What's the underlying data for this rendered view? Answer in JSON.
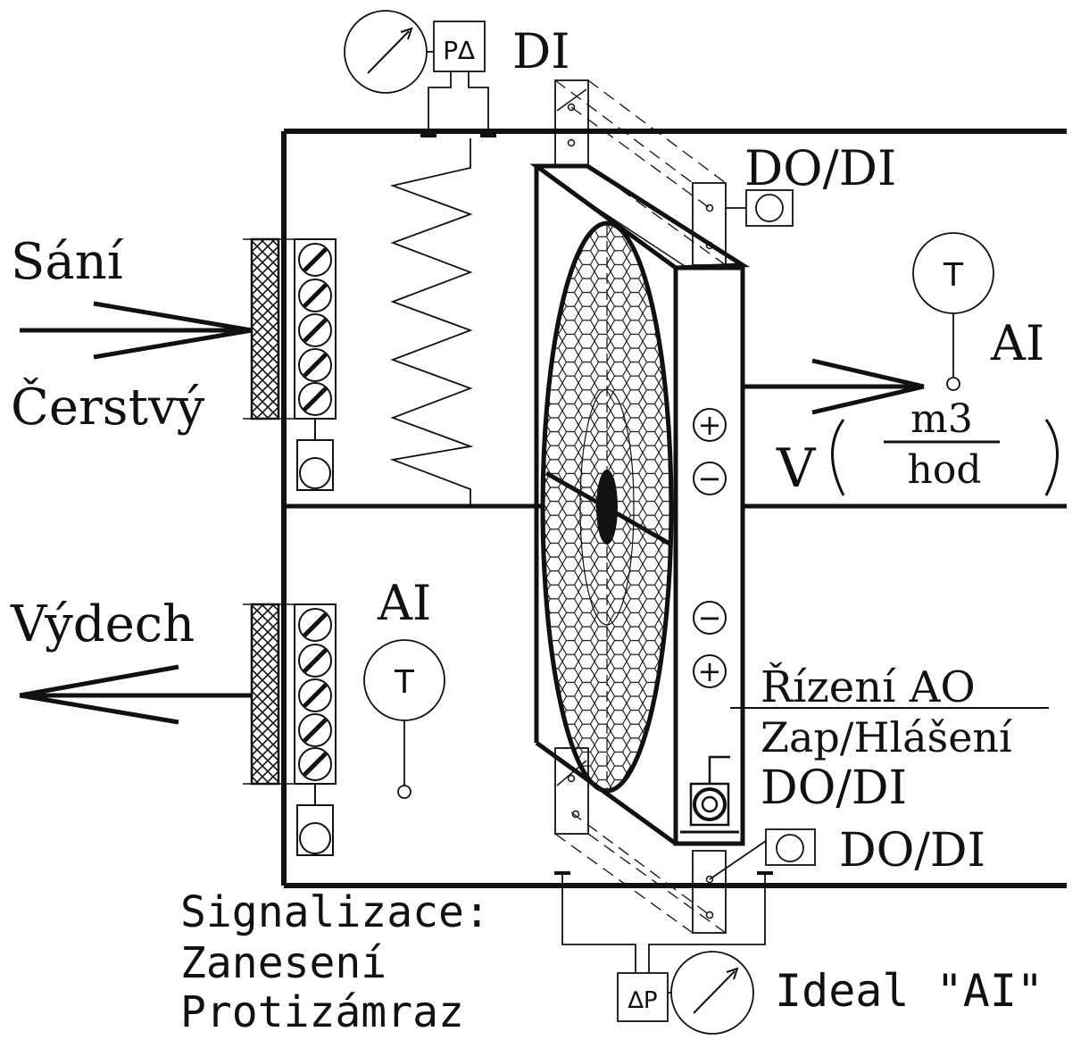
{
  "labels": {
    "sani": "Sání",
    "cerstvy": "Čerstvý",
    "vydech": "Výdech",
    "di_top": "DI",
    "do_di_top": "DO/DI",
    "ai_right": "AI",
    "ai_left": "AI",
    "flow_v": "V",
    "flow_unit_num": "m3",
    "flow_unit_den": "hod",
    "rizeni_ao": "Řízení AO",
    "zap_hlaseni": "Zap/Hlášení",
    "do_di_mid": "DO/DI",
    "do_di_bottom": "DO/DI",
    "signalizace": "Signalizace:",
    "zaneseni": "Zanesení",
    "protizamraz": "Protizámraz",
    "ideal_ai": "Ideal \"AI\""
  },
  "symbols": {
    "pressure_top": "P∆",
    "pressure_bottom": "∆P",
    "temp_right": "T",
    "temp_left": "T",
    "plus": "+",
    "minus": "−"
  },
  "colors": {
    "ink": "#111111",
    "background": "#ffffff"
  }
}
